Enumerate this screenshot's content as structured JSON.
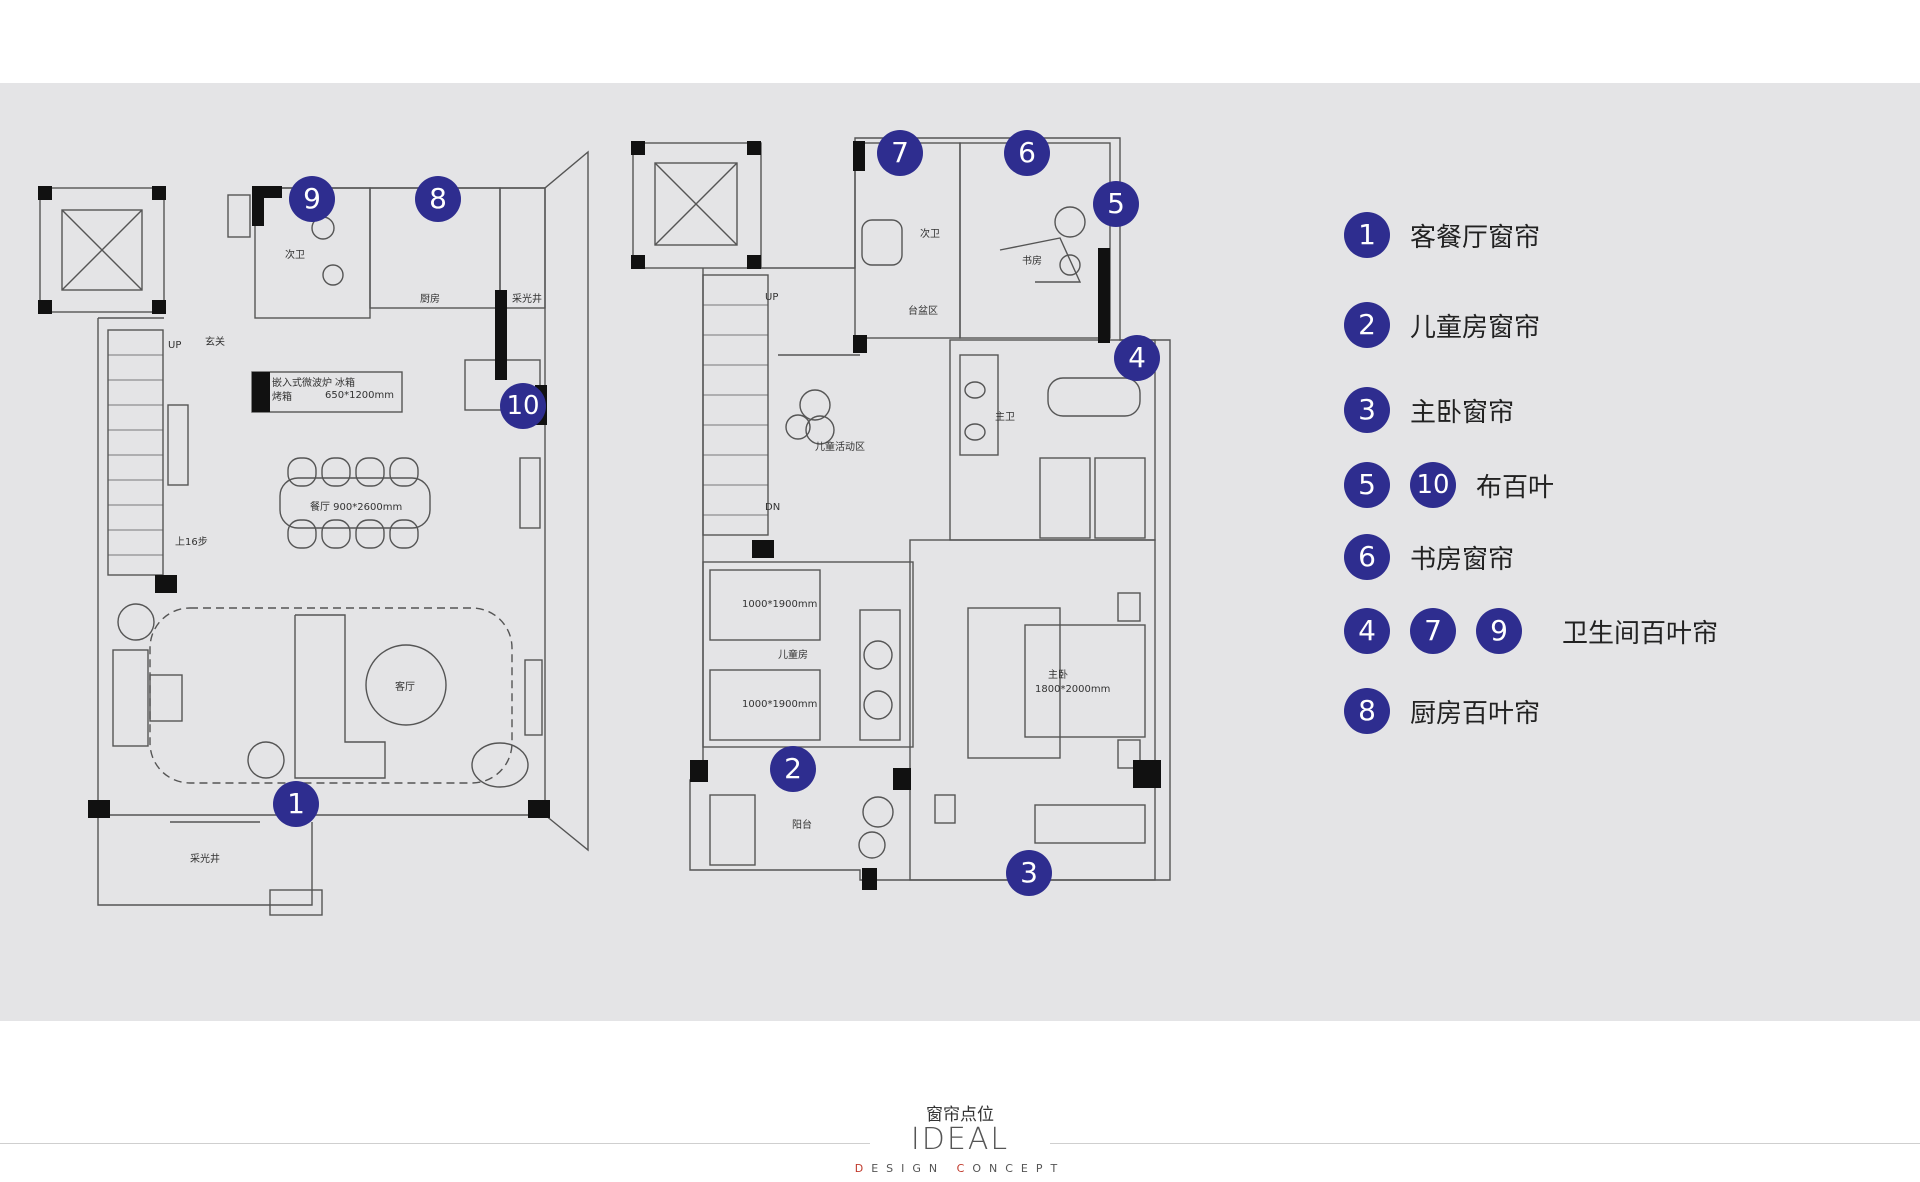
{
  "markers_left": [
    {
      "label": "9"
    },
    {
      "label": "8"
    },
    {
      "label": "10"
    },
    {
      "label": "1"
    }
  ],
  "markers_right": [
    {
      "label": "7"
    },
    {
      "label": "6"
    },
    {
      "label": "5"
    },
    {
      "label": "4"
    },
    {
      "label": "2"
    },
    {
      "label": "3"
    }
  ],
  "rooms_left": [
    "次卫",
    "厨房",
    "采光井",
    "玄关",
    "冰箱",
    "650*1200mm",
    "嵌入式微波炉",
    "烤箱",
    "餐厅  900*2600mm",
    "上16步",
    "客厅",
    "采光井",
    "UP"
  ],
  "rooms_right": [
    "次卫",
    "书房",
    "台盆区",
    "主卫",
    "儿童活动区",
    "儿童房",
    "1000*1900mm",
    "1000*1900mm",
    "主卧",
    "1800*2000mm",
    "阳台",
    "UP",
    "DN"
  ],
  "legend": [
    {
      "markers": [
        "1"
      ],
      "text": "客餐厅窗帘"
    },
    {
      "markers": [
        "2"
      ],
      "text": "儿童房窗帘"
    },
    {
      "markers": [
        "3"
      ],
      "text": "主卧窗帘"
    },
    {
      "markers": [
        "5",
        "10"
      ],
      "text": "布百叶"
    },
    {
      "markers": [
        "6"
      ],
      "text": "书房窗帘"
    },
    {
      "markers": [
        "4",
        "7",
        "9"
      ],
      "text": "卫生间百叶帘"
    },
    {
      "markers": [
        "8"
      ],
      "text": "厨房百叶帘"
    }
  ],
  "footer": {
    "title": "窗帘点位",
    "logo": "IDEAL",
    "sub_d": "D",
    "sub_esign": "ESIGN ",
    "sub_c": "C",
    "sub_oncept": "ONCEPT"
  },
  "colors": {
    "marker": "#2e2d8f",
    "panel": "#e4e4e6",
    "wall": "#111111",
    "line": "#555555"
  }
}
